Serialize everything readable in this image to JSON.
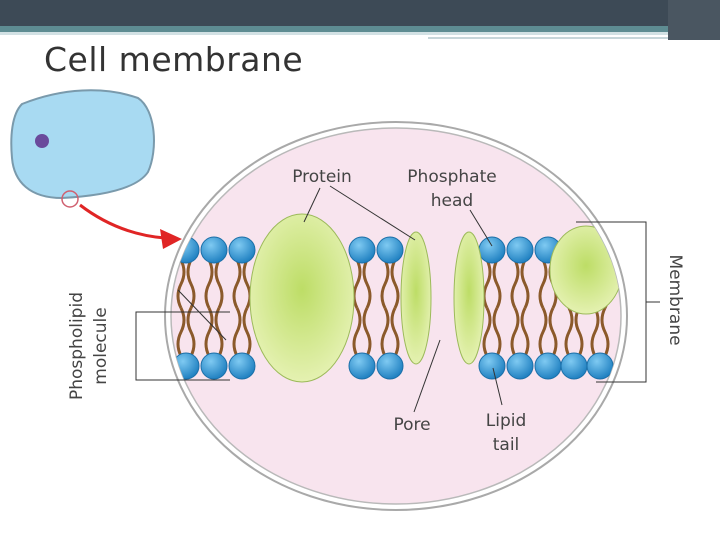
{
  "slide": {
    "title": "Cell membrane"
  },
  "diagram": {
    "labels": {
      "protein": "Protein",
      "phosphate_line1": "Phosphate",
      "phosphate_line2": "head",
      "pore": "Pore",
      "lipid_line1": "Lipid",
      "lipid_line2": "tail",
      "membrane": "Membrane",
      "phospholipid_line1": "Phospholipid",
      "phospholipid_line2": "molecule"
    },
    "colors": {
      "header_dark": "#3d4a56",
      "header_teal": "#5e8c92",
      "cell_fill": "#a8daf2",
      "cell_stroke": "#7a9aac",
      "nucleus": "#6a4a9c",
      "arrow_red": "#e02525",
      "phosphate_blue": "#2e9ad6",
      "lipid_tail": "#8b5a2b",
      "protein_green": "#cfe89a",
      "magnified_bg": "#f8e4ee",
      "rim_gray": "#b9b9b9"
    }
  }
}
